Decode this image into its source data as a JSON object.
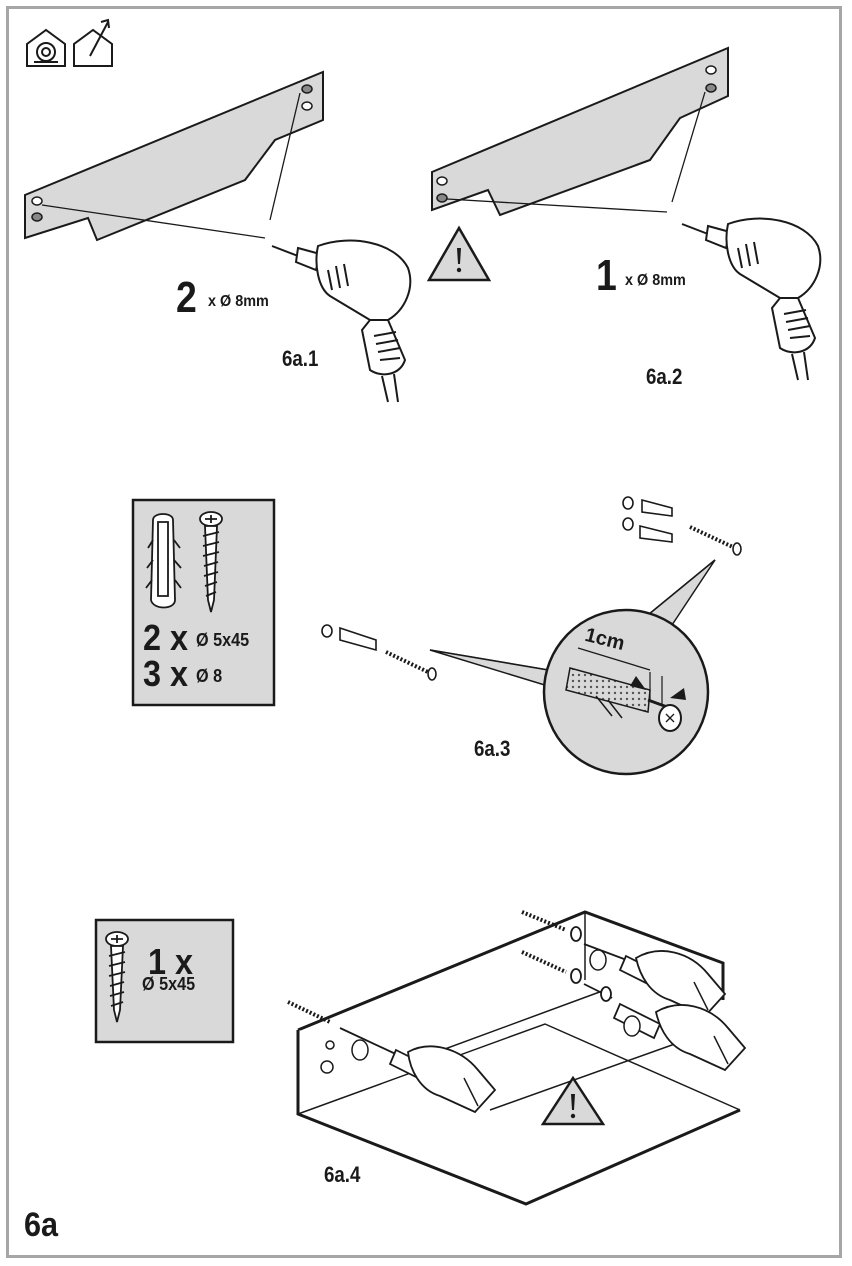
{
  "figure": {
    "title": "6a"
  },
  "icons": [
    "house-recirculation-icon",
    "house-extraction-icon",
    "warning-icon",
    "drill-icon",
    "screw-icon",
    "wall-plug-icon",
    "hand-screwdriver-icon"
  ],
  "colors": {
    "frame": "#a6a6a6",
    "panel_fill": "#d9d9d9",
    "line": "#1a1a1a"
  },
  "steps": [
    {
      "label": "6a.1",
      "hole_count": "2",
      "hole_spec": "x Ø 8mm"
    },
    {
      "label": "6a.2",
      "hole_count": "1",
      "hole_spec": "x Ø 8mm"
    },
    {
      "label": "6a.3",
      "detail_dimension": "1cm"
    },
    {
      "label": "6a.4"
    }
  ],
  "parts_box_1": {
    "rows": [
      {
        "qty": "2 x",
        "spec": "Ø 5x45"
      },
      {
        "qty": "3 x",
        "spec": "Ø 8"
      }
    ]
  },
  "parts_box_2": {
    "qty": "1 x",
    "spec": "Ø 5x45"
  }
}
